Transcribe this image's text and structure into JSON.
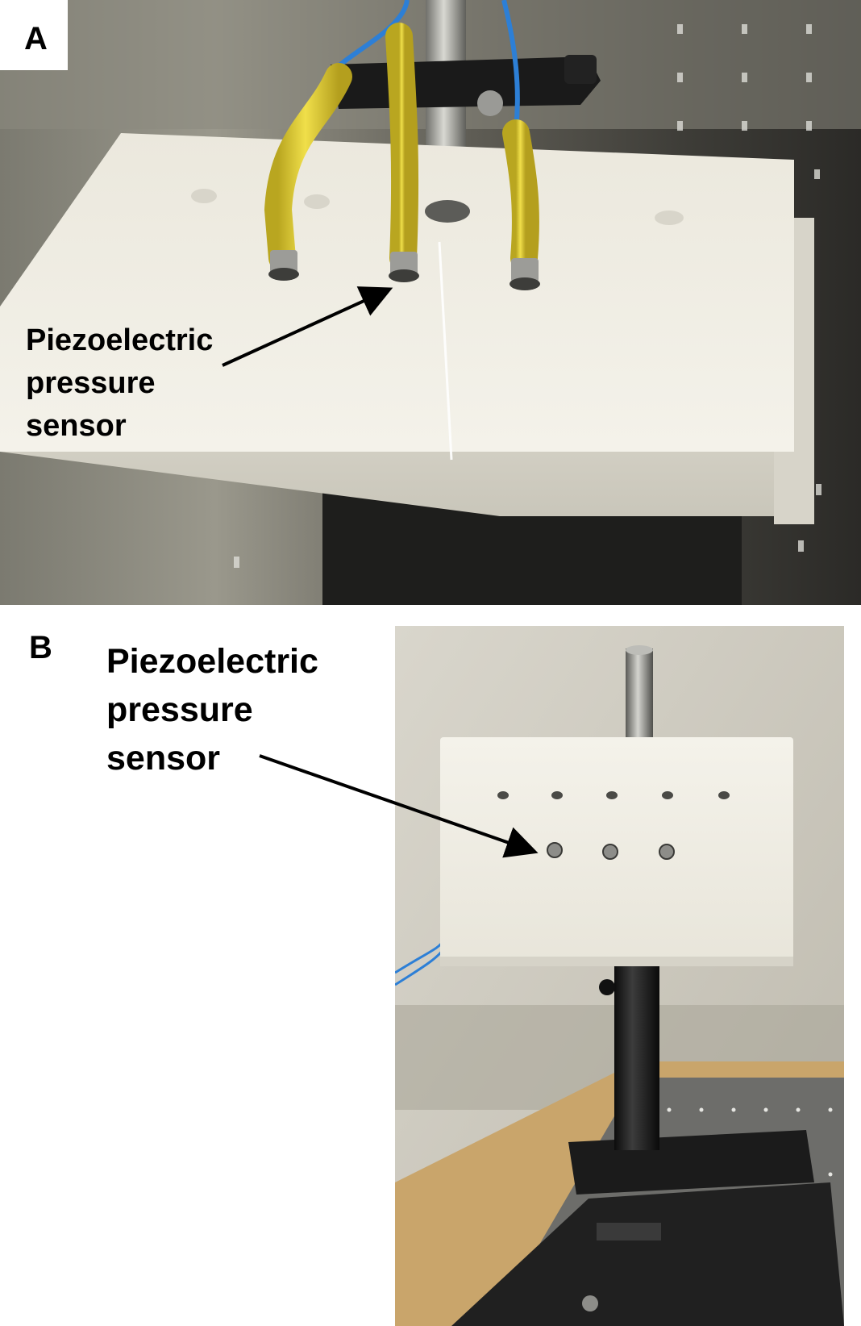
{
  "panel_a": {
    "letter": "A",
    "callout": [
      "Piezoelectric",
      "pressure",
      "sensor"
    ]
  },
  "panel_b": {
    "letter": "B",
    "callout": [
      "Piezoelectric",
      "pressure",
      "sensor"
    ]
  },
  "colors": {
    "cable_yellow": "#e8d63a",
    "cable_blue": "#2d7fd6",
    "plate_white": "#f1eee4",
    "steel": "#b9b9b4",
    "breadboard_black": "#1c1c1c",
    "wall_grey": "#cfcbbf"
  }
}
